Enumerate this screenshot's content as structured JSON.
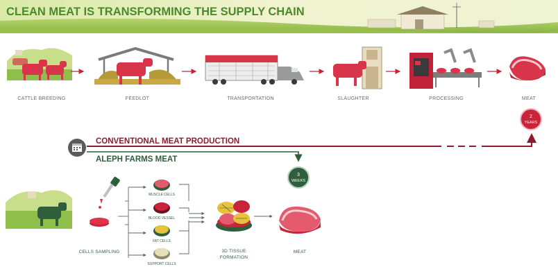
{
  "title": "CLEAN MEAT IS TRANSFORMING THE SUPPLY CHAIN",
  "conventional": {
    "heading": "CONVENTIONAL MEAT PRODUCTION",
    "steps": [
      "CATTLE BREEDING",
      "FEEDLOT",
      "TRANSPORTATION",
      "SLAUGHTER",
      "PROCESSING",
      "MEAT"
    ],
    "duration_number": "2",
    "duration_unit": "YEARS"
  },
  "aleph": {
    "heading": "ALEPH FARMS MEAT",
    "sampling_label": "CELLS SAMPLING",
    "cell_types": [
      "MUSCLE CELLS",
      "BLOOD VESSEL",
      "FAT CELLS",
      "SUPPORT CELLS"
    ],
    "tissue_label_line1": "3D TISSUE",
    "tissue_label_line2": "FORMATION",
    "meat_label": "MEAT",
    "duration_number": "3",
    "duration_unit": "WEEKS"
  },
  "colors": {
    "title_green": "#4a8a2c",
    "dark_green": "#2f5e3d",
    "maroon": "#8c1d2e",
    "meat_red": "#d8344a",
    "arrow_red": "#c8243a"
  },
  "icons": {
    "calendar": "calendar-icon"
  }
}
